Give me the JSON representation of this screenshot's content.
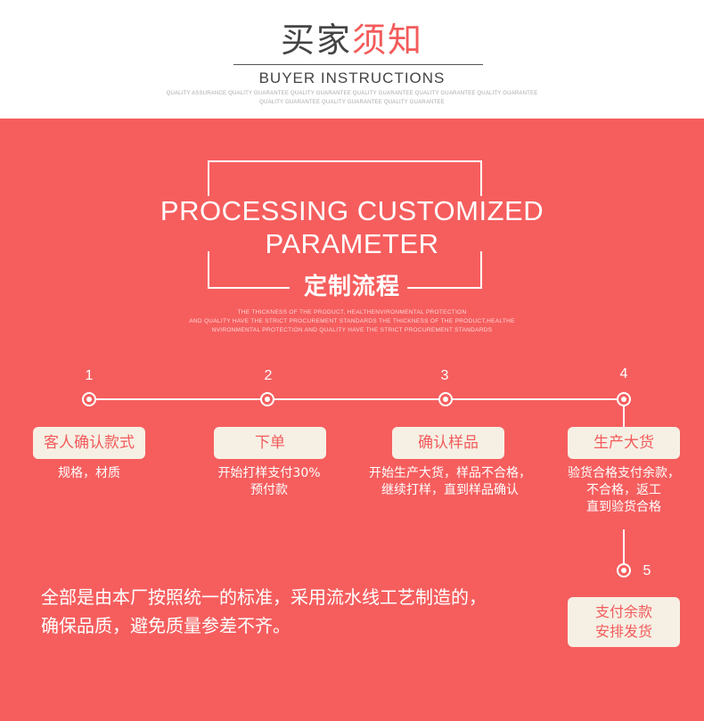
{
  "header": {
    "title_dark": "买家",
    "title_red": "须知",
    "subtitle": "BUYER INSTRUCTIONS",
    "tiny_line1": "QUALITY ASSURANCE QUALITY GUARANTEE QUALITY GUARANTEE QUALITY GUARANTEE QUALITY GUARANTEE QUALITY GUARANTEE",
    "tiny_line2": "QUALITY GUARANTEE QUALITY GUARANTEE QUALITY GUARANTEE"
  },
  "section": {
    "title_line1": "PROCESSING CUSTOMIZED",
    "title_line2": "PARAMETER",
    "title_cn": "定制流程",
    "small_line1": "THE THICKNESS OF THE PRODUCT, HEALTHENVIRONMENTAL PROTECTION",
    "small_line2": "AND QUALITY HAVE THE STRICT PROCUREMENT STANDARDS THE THICKNESS OF THE PRODUCT,HEALTHE",
    "small_line3": "NVIRONMENTAL PROTECTION AND QUALITY HAVE THE STRICT PROCUREMENT STANDARDS"
  },
  "steps": [
    {
      "num": "1",
      "label": "客人确认款式",
      "desc1": "规格，材质",
      "desc2": "",
      "desc3": ""
    },
    {
      "num": "2",
      "label": "下单",
      "desc1": "开始打样支付30%",
      "desc2": "预付款",
      "desc3": ""
    },
    {
      "num": "3",
      "label": "确认样品",
      "desc1": "开始生产大货，样品不合格，",
      "desc2": "继续打样，直到样品确认",
      "desc3": ""
    },
    {
      "num": "4",
      "label": "生产大货",
      "desc1": "验货合格支付余款，",
      "desc2": "不合格，返工",
      "desc3": "直到验货合格"
    },
    {
      "num": "5",
      "label_line1": "支付余款",
      "label_line2": "安排发货"
    }
  ],
  "bottom": {
    "line1": "全部是由本厂按照统一的标准，采用流水线工艺制造的，",
    "line2": "确保品质，避免质量参差不齐。"
  },
  "colors": {
    "accent": "#f25b5b",
    "background": "#f65e5e",
    "box": "#f6f0e4"
  }
}
